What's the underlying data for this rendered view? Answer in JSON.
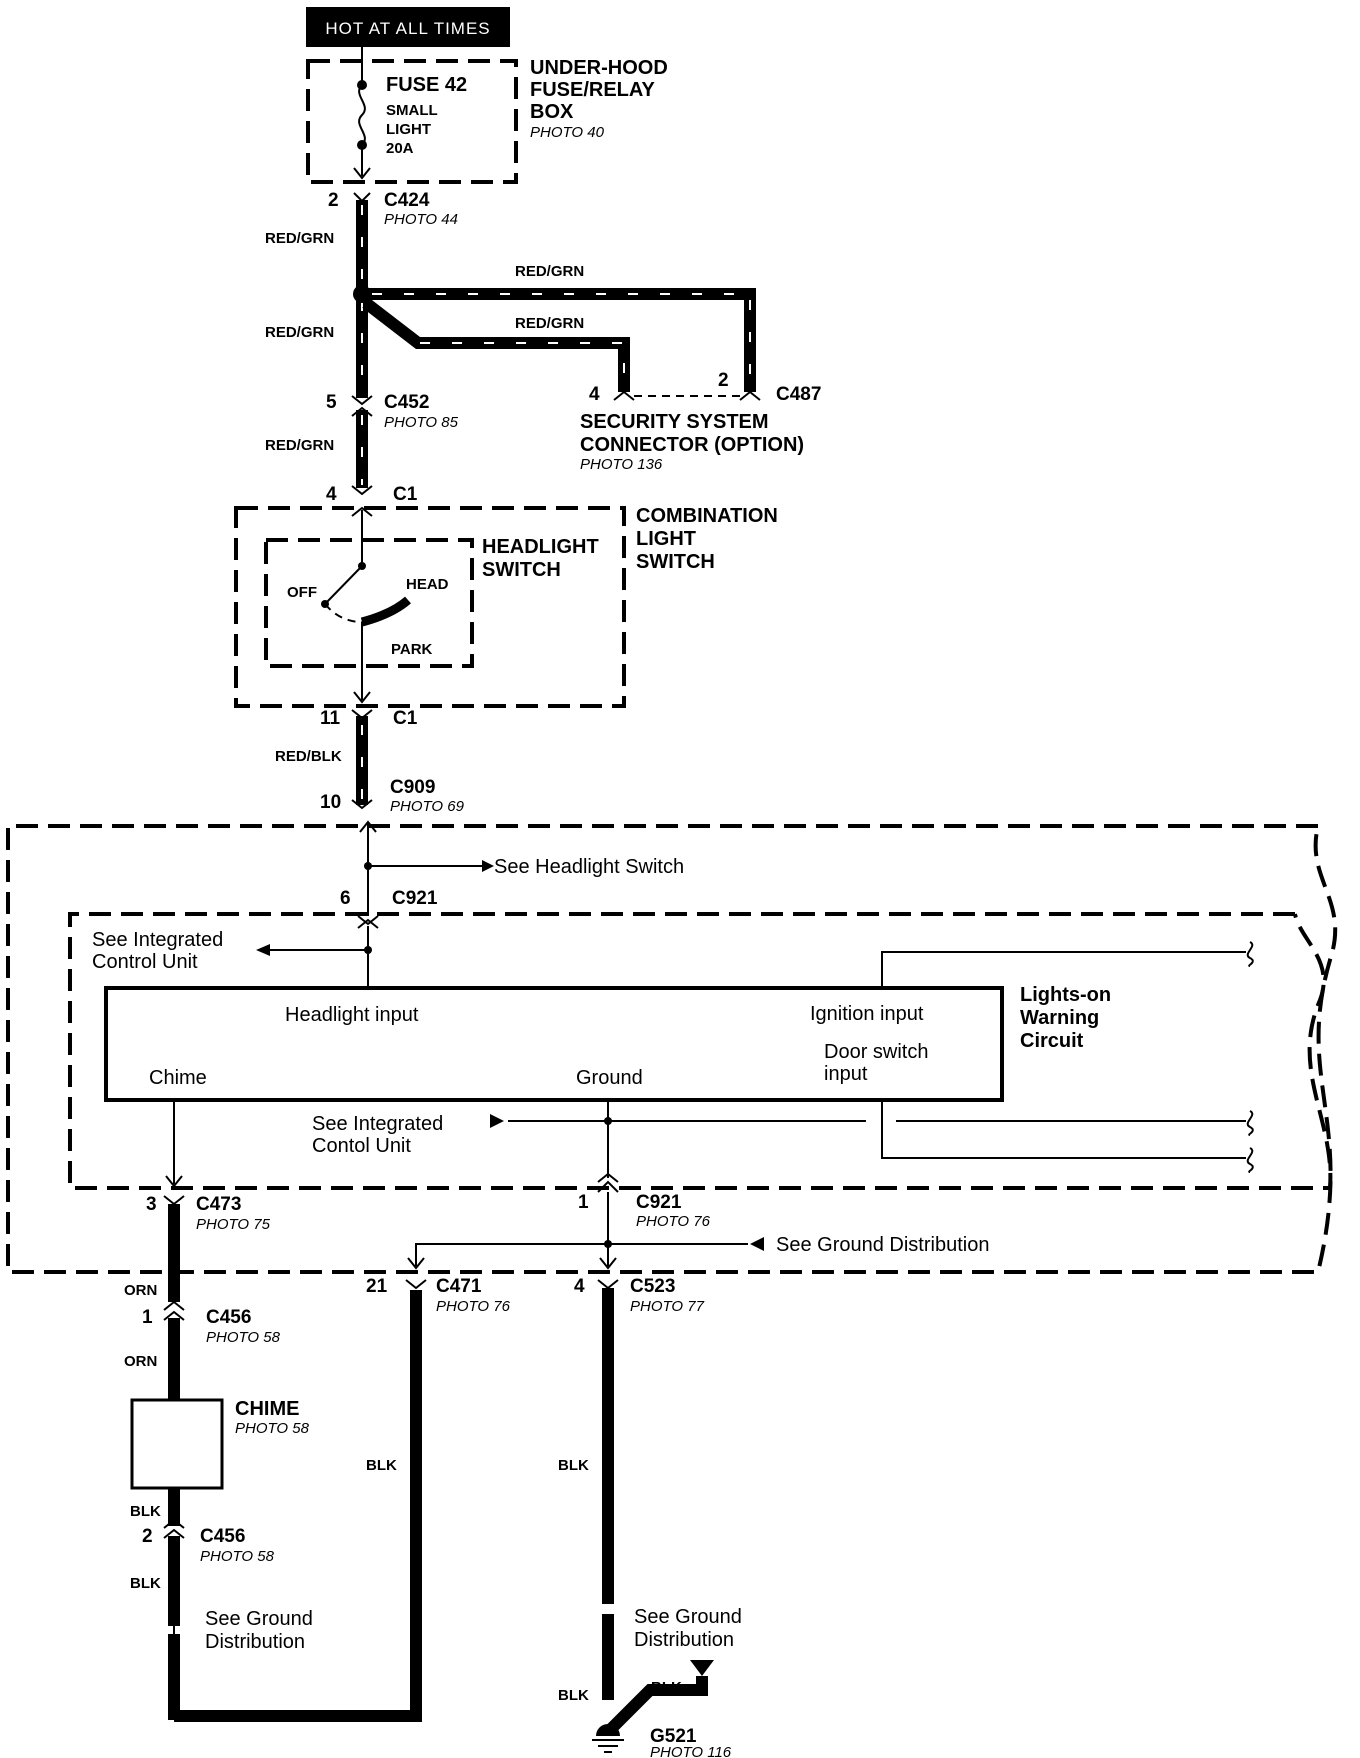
{
  "power": {
    "label": "HOT AT ALL TIMES"
  },
  "fuse_box": {
    "fuse_name": "FUSE 42",
    "fuse_desc": [
      "SMALL",
      "LIGHT",
      "20A"
    ],
    "box_name": [
      "UNDER-HOOD",
      "FUSE/RELAY",
      "BOX"
    ],
    "photo": "PHOTO 40"
  },
  "wires": {
    "red_grn": "RED/GRN",
    "red_blk": "RED/BLK",
    "orn": "ORN",
    "blk": "BLK"
  },
  "connectors": {
    "c424": {
      "name": "C424",
      "pin": "2",
      "photo": "PHOTO 44"
    },
    "c452": {
      "name": "C452",
      "pin": "5",
      "photo": "PHOTO 85"
    },
    "c487": {
      "name": "C487",
      "pin_a": "4",
      "pin_b": "2"
    },
    "c1_top": {
      "name": "C1",
      "pin": "4"
    },
    "c1_bot": {
      "name": "C1",
      "pin": "11"
    },
    "c909": {
      "name": "C909",
      "pin": "10",
      "photo": "PHOTO 69"
    },
    "c921_top": {
      "name": "C921",
      "pin": "6"
    },
    "c921_bot": {
      "name": "C921",
      "pin": "1",
      "photo": "PHOTO 76"
    },
    "c473": {
      "name": "C473",
      "pin": "3",
      "photo": "PHOTO 75"
    },
    "c471": {
      "name": "C471",
      "pin": "21",
      "photo": "PHOTO 76"
    },
    "c523": {
      "name": "C523",
      "pin": "4",
      "photo": "PHOTO 77"
    },
    "c456_top": {
      "name": "C456",
      "pin": "1",
      "photo": "PHOTO 58"
    },
    "c456_bot": {
      "name": "C456",
      "pin": "2",
      "photo": "PHOTO 58"
    }
  },
  "security": {
    "title": [
      "SECURITY SYSTEM",
      "CONNECTOR (OPTION)"
    ],
    "photo": "PHOTO 136"
  },
  "combination_switch": {
    "title": [
      "COMBINATION",
      "LIGHT",
      "SWITCH"
    ],
    "headlight_switch": [
      "HEADLIGHT",
      "SWITCH"
    ],
    "positions": {
      "off": "OFF",
      "head": "HEAD",
      "park": "PARK"
    }
  },
  "refs": {
    "see_headlight_switch": "See Headlight Switch",
    "see_icu_1": [
      "See Integrated",
      "Control Unit"
    ],
    "see_icu_2": [
      "See Integrated",
      "Contol Unit"
    ],
    "see_ground_dist": "See Ground Distribution",
    "see_ground_dist_2": [
      "See Ground",
      "Distribution"
    ]
  },
  "module": {
    "headlight_input": "Headlight input",
    "ignition_input": "Ignition input",
    "door_switch_input": [
      "Door switch",
      "input"
    ],
    "chime": "Chime",
    "ground": "Ground",
    "circuit_name": [
      "Lights-on",
      "Warning",
      "Circuit"
    ]
  },
  "chime_unit": {
    "name": "CHIME",
    "photo": "PHOTO 58"
  },
  "ground_point": {
    "name": "G521",
    "photo": "PHOTO 116"
  }
}
